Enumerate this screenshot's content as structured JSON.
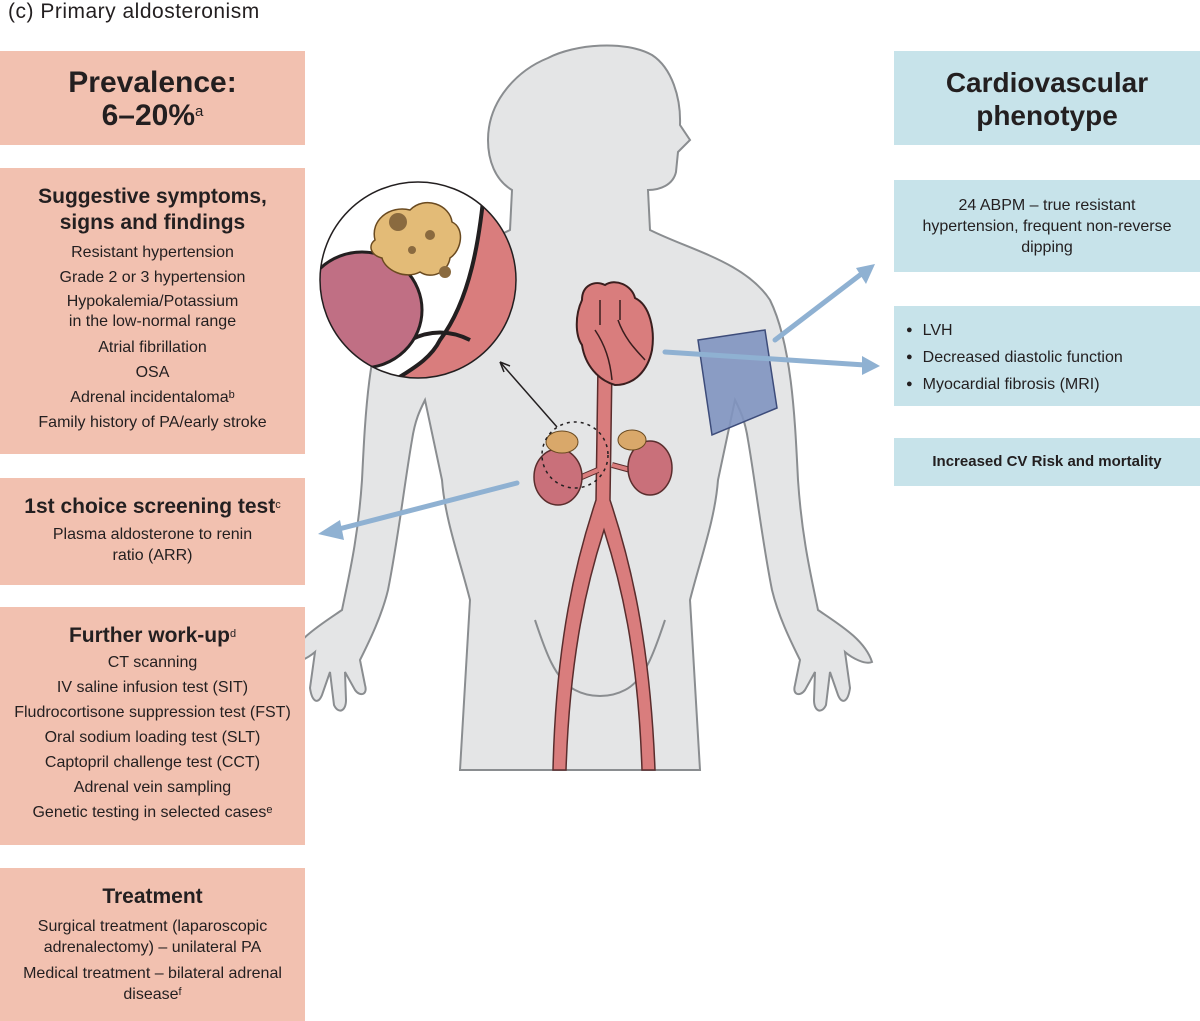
{
  "title": "(c) Primary aldosteronism",
  "prevalence": {
    "label": "Prevalence:",
    "value": "6–20%",
    "sup": "a"
  },
  "symptoms": {
    "heading_line1": "Suggestive symptoms,",
    "heading_line2": "signs and findings",
    "items": [
      "Resistant hypertension",
      "Grade 2 or 3 hypertension",
      "Hypokalemia/Potassium",
      "in the low-normal range",
      "Atrial fibrillation",
      "OSA",
      "Adrenal incidentaloma",
      "Family history of PA/early stroke"
    ],
    "incidentaloma_sup": "b"
  },
  "screening": {
    "heading": "1st choice screening test",
    "sup": "c",
    "lines": [
      "Plasma aldosterone to renin",
      "ratio (ARR)"
    ]
  },
  "workup": {
    "heading": "Further work-up",
    "sup": "d",
    "items": [
      "CT scanning",
      "IV saline infusion test (SIT)",
      "Fludrocortisone suppression test (FST)",
      "Oral sodium loading test (SLT)",
      "Captopril challenge test (CCT)",
      "Adrenal vein sampling",
      "Genetic testing in selected cases"
    ],
    "genetic_sup": "e"
  },
  "treatment": {
    "heading": "Treatment",
    "lines": [
      "Surgical treatment (laparoscopic",
      "adrenalectomy) – unilateral PA",
      "Medical treatment – bilateral adrenal",
      "disease"
    ],
    "disease_sup": "f"
  },
  "cv": {
    "heading_line1": "Cardiovascular",
    "heading_line2": "phenotype",
    "abpm_lines": [
      "24 ABPM – true resistant",
      "hypertension, frequent non-reverse",
      "dipping"
    ],
    "findings": [
      "LVH",
      "Decreased diastolic function",
      "Myocardial fibrosis (MRI)"
    ],
    "risk": "Increased CV Risk and mortality"
  },
  "colors": {
    "pink_box": "#f2c1b0",
    "blue_box": "#c7e3ea",
    "body": "#e4e5e6",
    "organ": "#cf7478",
    "adrenal": "#d9a86a",
    "arrow": "#8fb1d2",
    "cuff": "#7f93c0"
  }
}
